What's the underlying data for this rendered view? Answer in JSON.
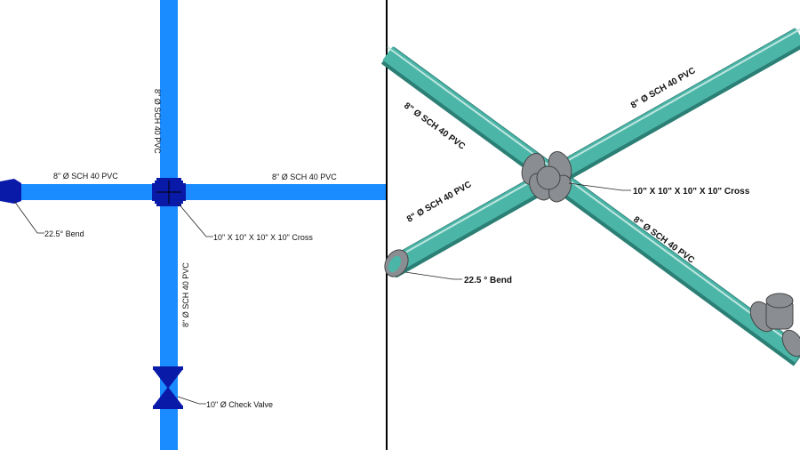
{
  "colors": {
    "plan_pipe": "#1a8cff",
    "plan_fitting": "#0a1aa8",
    "iso_pipe": "#4bb5a8",
    "iso_pipe_shade": "#2b7f75",
    "iso_fitting": "#8a8e92",
    "divider": "#000000"
  },
  "plan_view": {
    "labels": {
      "pipe_left": "8\" Ø SCH 40 PVC",
      "pipe_right": "8\" Ø SCH 40 PVC",
      "pipe_top": "8\" Ø SCH 40 PVC",
      "pipe_bottom": "8\" Ø SCH 40 PVC",
      "bend": "22.5° Bend",
      "cross": "10\" X 10\" X 10\" X 10\" Cross",
      "check_valve": "10\" Ø Check Valve"
    }
  },
  "iso_view": {
    "labels": {
      "pipe_upper_left": "8\" Ø SCH 40 PVC",
      "pipe_upper_right": "8\" Ø SCH 40 PVC",
      "pipe_lower_left": "8\" Ø SCH 40 PVC",
      "pipe_lower_right": "8\" Ø SCH 40 PVC",
      "cross": "10\" X 10\" X 10\" X 10\" Cross",
      "bend": "22.5 ° Bend"
    }
  }
}
